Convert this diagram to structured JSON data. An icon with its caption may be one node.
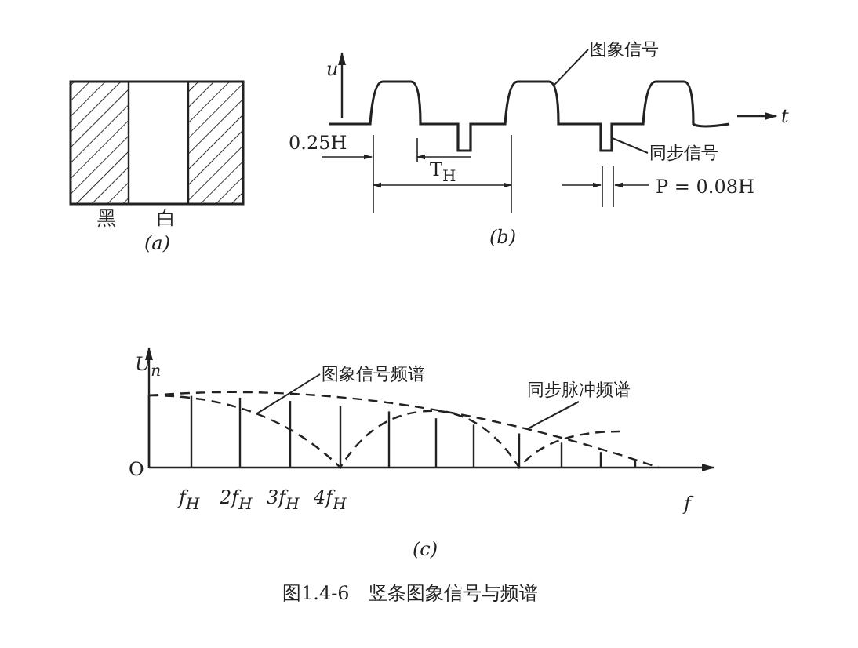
{
  "diagram": {
    "caption": "图1.4-6　竖条图象信号与频谱",
    "nodes": [
      {
        "text": [
          "图象信号"
        ]
      },
      {
        "text": [
          "同步信号"
        ]
      },
      {
        "text": [
          "图象信号频谱"
        ]
      },
      {
        "text": [
          "同步脉冲频谱"
        ]
      },
      {
        "text": [],
        "shape": "curve"
      },
      {
        "text": [],
        "shape": "curve"
      },
      {
        "text": [],
        "shape": "curve"
      }
    ],
    "edges": [
      {
        "from": 0,
        "to": 4,
        "arrow": "none"
      },
      {
        "from": 1,
        "to": 4,
        "arrow": "none"
      },
      {
        "from": 2,
        "to": 5,
        "arrow": "none"
      },
      {
        "from": 3,
        "to": 6,
        "arrow": "none"
      }
    ],
    "labels": [
      "黑",
      "白",
      "(a)",
      "u",
      "0.25H",
      "T$_{H}$",
      "P = 0.08H",
      "t",
      "(b)",
      "U$_{n}$",
      "O",
      "f$_{H}$",
      "2f$_{H}$",
      "3f$_{H}$",
      "4f$_{H}$",
      "f",
      "(c)"
    ]
  }
}
